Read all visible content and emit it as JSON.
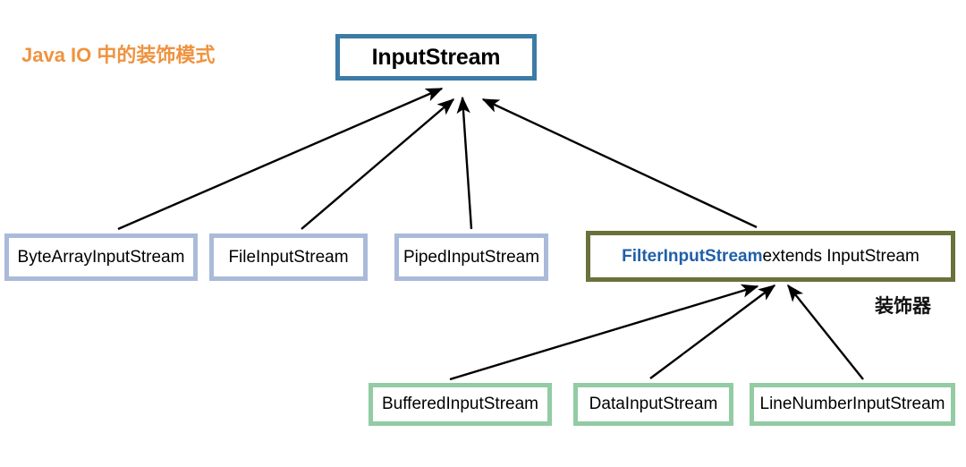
{
  "diagram": {
    "title": "Java IO 中的装饰模式",
    "title_color": "#ef9340",
    "decorator_label": "装饰器",
    "background": "#ffffff"
  },
  "nodes": {
    "root": {
      "label": "InputStream",
      "border_color": "#3c7ba5"
    },
    "subclasses": [
      {
        "label": "ByteArrayInputStream",
        "border_color": "#aabad8"
      },
      {
        "label": "FileInputStream",
        "border_color": "#aabad8"
      },
      {
        "label": "PipedInputStream",
        "border_color": "#aabad8"
      }
    ],
    "filter": {
      "keyword": "FilterInputStream",
      "keyword_color": "#1f5fa8",
      "rest": " extends InputStream",
      "border_color": "#6b713a"
    },
    "decorators": [
      {
        "label": "BufferedInputStream",
        "border_color": "#92cba4"
      },
      {
        "label": "DataInputStream",
        "border_color": "#92cba4"
      },
      {
        "label": "LineNumberInputStream",
        "border_color": "#92cba4"
      }
    ]
  },
  "arrows": {
    "stroke_color": "#000000",
    "relations": [
      {
        "from": "ByteArrayInputStream",
        "to": "InputStream"
      },
      {
        "from": "FileInputStream",
        "to": "InputStream"
      },
      {
        "from": "PipedInputStream",
        "to": "InputStream"
      },
      {
        "from": "FilterInputStream",
        "to": "InputStream"
      },
      {
        "from": "BufferedInputStream",
        "to": "FilterInputStream"
      },
      {
        "from": "DataInputStream",
        "to": "FilterInputStream"
      },
      {
        "from": "LineNumberInputStream",
        "to": "FilterInputStream"
      }
    ]
  }
}
